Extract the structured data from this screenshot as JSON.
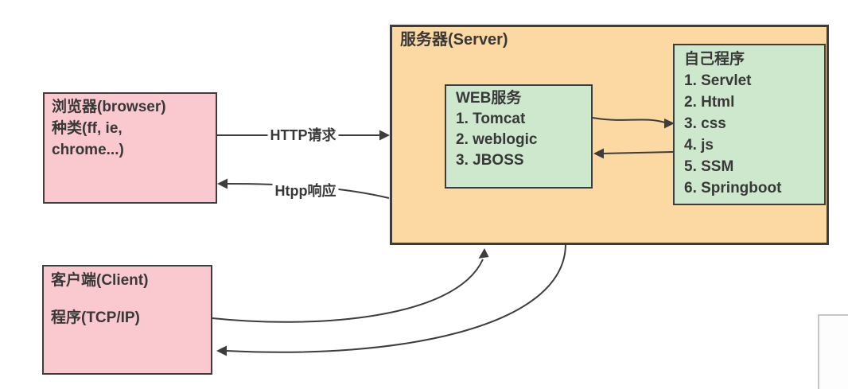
{
  "colors": {
    "box-pink": "#f9c9cf",
    "box-orange": "#fcd9a2",
    "box-green": "#cde8cd",
    "stroke-dark": "#3d3d3d",
    "text-dark": "#383838",
    "panel-border": "#c6c6c6",
    "panel-fill": "#fdfdfd"
  },
  "browser_box": {
    "lines": [
      "浏览器(browser)",
      "种类(ff, ie,",
      "chrome...)"
    ]
  },
  "client_box": {
    "lines": [
      "客户端(Client)",
      "程序(TCP/IP)"
    ]
  },
  "server_box": {
    "title": "服务器(Server)"
  },
  "web_service_box": {
    "lines": [
      "WEB服务",
      "1. Tomcat",
      "2. weblogic",
      "3. JBOSS"
    ]
  },
  "own_program_box": {
    "lines": [
      "自己程序",
      "1. Servlet",
      "2. Html",
      "3. css",
      "4. js",
      "5. SSM",
      "6. Springboot"
    ]
  },
  "labels": {
    "request": "HTTP请求",
    "response": "Htpp响应"
  }
}
